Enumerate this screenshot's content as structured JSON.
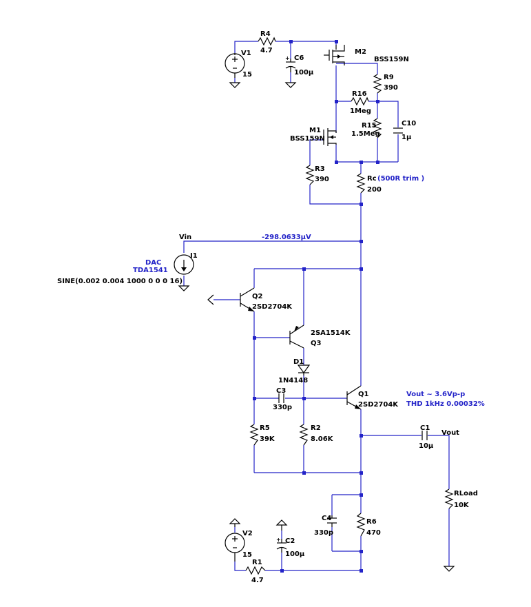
{
  "labels": {
    "V1": "V1",
    "V1_val": "15",
    "R4": "R4",
    "R4_val": "4.7",
    "C6": "C6",
    "C6_val": "100µ",
    "M2": "M2",
    "M2_model": "BSS159N",
    "R9": "R9",
    "R9_val": "390",
    "R16": "R16",
    "R16_val": "1Meg",
    "R15": "R15",
    "R15_val": "1.5Meg",
    "C10": "C10",
    "C10_val": "1µ",
    "M1": "M1",
    "M1_model": "BSS159N",
    "R3": "R3",
    "R3_val": "390",
    "Rc": "Rc",
    "Rc_val": "200",
    "Rc_note": "(500R trim )",
    "Vin": "Vin",
    "vin_voltage": "-298.0633µV",
    "I1": "I1",
    "DAC1": "DAC",
    "DAC2": "TDA1541",
    "I1_val": "SINE(0.002 0.004 1000 0 0 0 16)",
    "Q2": "Q2",
    "Q2_model": "2SD2704K",
    "Q3_model": "2SA1514K",
    "Q3": "Q3",
    "D1": "D1",
    "D1_model": "1N4148",
    "C3": "C3",
    "C3_val": "330p",
    "Q1": "Q1",
    "Q1_model": "2SD2704K",
    "vout_note1": "Vout ~ 3.6Vp-p",
    "vout_note2": "THD 1kHz 0.00032%",
    "C1": "C1",
    "C1_val": "10µ",
    "Vout": "Vout",
    "R5": "R5",
    "R5_val": "39K",
    "R2": "R2",
    "R2_val": "8.06K",
    "RLoad": "RLoad",
    "RLoad_val": "10K",
    "C4": "C4",
    "C4_val": "330p",
    "R6": "R6",
    "R6_val": "470",
    "V2": "V2",
    "V2_val": "15",
    "C2": "C2",
    "C2_val": "100µ",
    "R1": "R1",
    "R1_val": "4.7"
  },
  "colors": {
    "wire": "#2323c8",
    "component": "#000000",
    "annotation": "#2323c8",
    "background": "#ffffff"
  }
}
